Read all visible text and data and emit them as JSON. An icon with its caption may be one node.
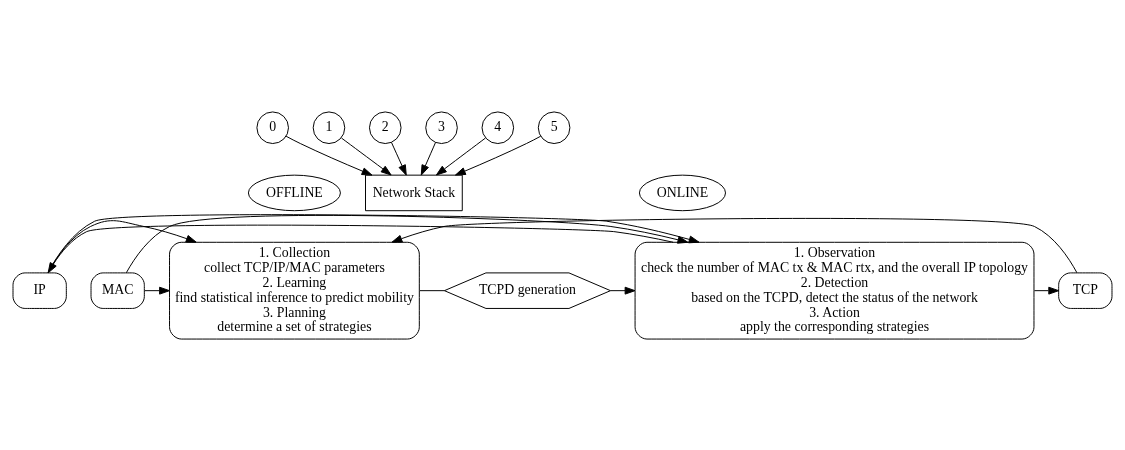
{
  "diagram": {
    "nodes": [
      {
        "text": [
          "0"
        ]
      },
      {
        "text": [
          "1"
        ]
      },
      {
        "text": [
          "2"
        ]
      },
      {
        "text": [
          "3"
        ]
      },
      {
        "text": [
          "4"
        ]
      },
      {
        "text": [
          "5"
        ]
      },
      {
        "text": [
          "Network Stack"
        ]
      },
      {
        "text": [
          "OFFLINE"
        ]
      },
      {
        "text": [
          "ONLINE"
        ]
      },
      {
        "text": [
          "1. Collection",
          "collect TCP/IP/MAC parameters",
          "2. Learning",
          "find statistical inference to predict mobility",
          "3. Planning",
          "determine a set of strategies"
        ]
      },
      {
        "text": [
          "TCP"
        ]
      },
      {
        "text": [
          "IP"
        ]
      },
      {
        "text": [
          "MAC"
        ]
      },
      {
        "text": [
          "1. Observation",
          "check the number of MAC tx & MAC rtx, and the overall IP topology",
          "2. Detection",
          "based on the TCPD, detect the status of the network",
          "3. Action",
          "apply the corresponding strategies"
        ]
      },
      {
        "text": [
          "TCPD generation"
        ]
      }
    ],
    "edges": [
      {
        "from": 0,
        "to": 6,
        "arrow": "to"
      },
      {
        "from": 1,
        "to": 6,
        "arrow": "to"
      },
      {
        "from": 2,
        "to": 6,
        "arrow": "to"
      },
      {
        "from": 3,
        "to": 6,
        "arrow": "to"
      },
      {
        "from": 4,
        "to": 6,
        "arrow": "to"
      },
      {
        "from": 5,
        "to": 6,
        "arrow": "to"
      },
      {
        "from": 13,
        "to": 10,
        "arrow": "to"
      },
      {
        "from": 10,
        "to": 9,
        "arrow": "to"
      },
      {
        "from": 13,
        "to": 11,
        "arrow": "to"
      },
      {
        "from": 11,
        "to": 9,
        "arrow": "to"
      },
      {
        "from": 11,
        "to": 13,
        "arrow": "to"
      },
      {
        "from": 12,
        "to": 9,
        "arrow": "to"
      },
      {
        "from": 12,
        "to": 13,
        "arrow": "to"
      },
      {
        "from": 9,
        "to": 14,
        "arrow": "none"
      },
      {
        "from": 14,
        "to": 13,
        "arrow": "to"
      }
    ]
  }
}
